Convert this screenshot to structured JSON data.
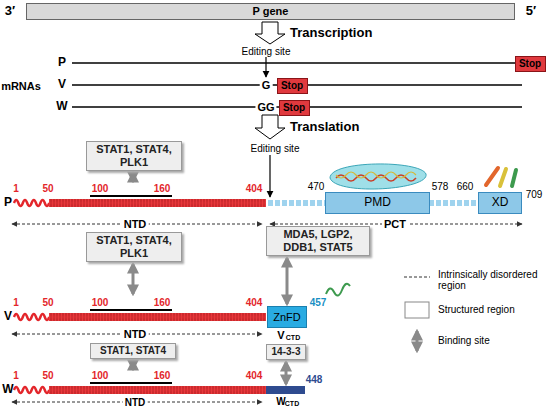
{
  "diagram": {
    "nodes": [
      {
        "text": [
          "P gene"
        ]
      },
      {
        "text": [
          "Stop"
        ]
      },
      {
        "text": [
          "Stop"
        ]
      },
      {
        "text": [
          "Stop"
        ]
      },
      {
        "text": [
          "STAT1, STAT4, PLK1"
        ]
      },
      {
        "text": [
          "PMD"
        ]
      },
      {
        "text": [
          "XD"
        ]
      },
      {
        "text": [
          "STAT1, STAT4, PLK1"
        ]
      },
      {
        "text": [
          "MDA5, LGP2, DDB1, STAT5"
        ]
      },
      {
        "text": [
          "ZnFD"
        ]
      },
      {
        "text": [
          "STAT1, STAT4"
        ]
      },
      {
        "text": [
          "14-3-3"
        ]
      }
    ],
    "edges": [
      {
        "from": 8,
        "to": 9,
        "arrow": "both"
      }
    ],
    "labels": [
      "3′",
      "5′",
      "Transcription",
      "Editing site",
      "mRNAs",
      "P",
      "V",
      "W",
      "G",
      "GG",
      "Translation",
      "P",
      "1",
      "50",
      "100",
      "160",
      "404",
      "Editing site",
      "470",
      "578",
      "660",
      "709",
      "NTD",
      "PCT",
      "V",
      "1",
      "50",
      "100",
      "160",
      "404",
      "457",
      "NTD",
      "V",
      "CTD",
      "W",
      "1",
      "50",
      "100",
      "160",
      "404",
      "448",
      "NTD",
      "W",
      "CTD"
    ],
    "legend": [
      {
        "text": "Intrinsically disordered region"
      },
      {
        "text": "Structured region"
      },
      {
        "text": "Binding site"
      }
    ]
  }
}
